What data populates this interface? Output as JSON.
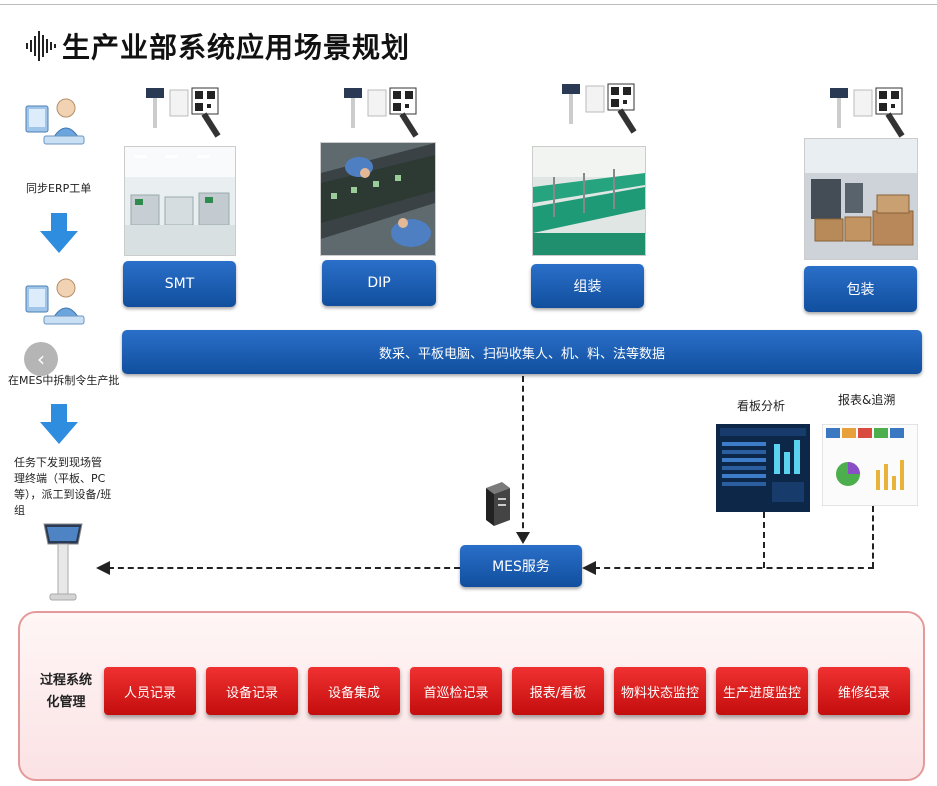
{
  "title": "生产业部系统应用场景规划",
  "left_flow": {
    "step1": "同步ERP工单",
    "step2": "在MES中拆制令生产批",
    "step3": "任务下发到现场管理终端（平板、PC等），派工到设备/班组"
  },
  "stations": [
    "SMT",
    "DIP",
    "组装",
    "包装"
  ],
  "data_bar": "数采、平板电脑、扫码收集人、机、料、法等数据",
  "dashboards": {
    "kanban_label": "看板分析",
    "report_label": "报表&追溯"
  },
  "mes_service": "MES服务",
  "process": {
    "group_label": "过程系统化管理",
    "items": [
      "人员记录",
      "设备记录",
      "设备集成",
      "首巡检记录",
      "报表/看板",
      "物料状态监控",
      "生产进度监控",
      "维修纪录"
    ]
  },
  "nav_prev": "‹",
  "colors": {
    "blue": "#1f62b8",
    "red": "#e21a1a",
    "red_panel": "#fbe2e4"
  }
}
